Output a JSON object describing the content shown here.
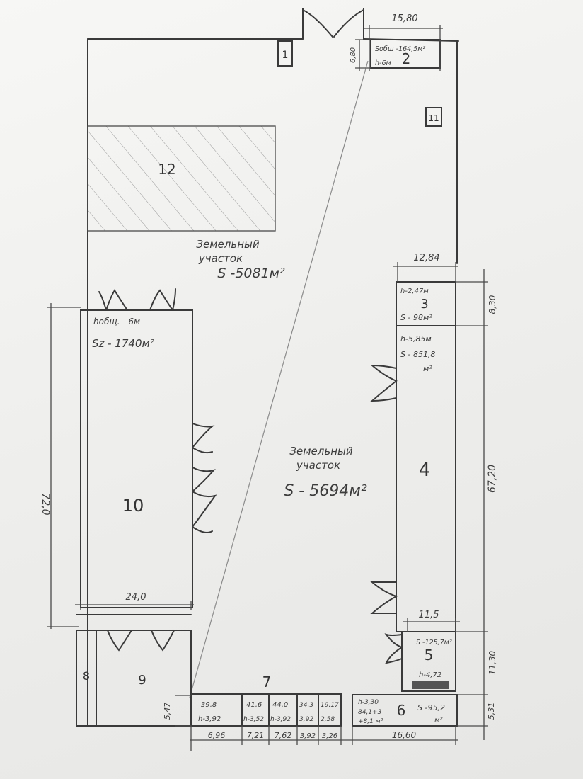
{
  "colors": {
    "ink": "#3a3a3a",
    "paper": "#f4f4f2",
    "hatch": "#9a9a9a"
  },
  "building_labels": {
    "b1": "1",
    "b2": "2",
    "b3": "3",
    "b4": "4",
    "b5": "5",
    "b6": "6",
    "b7": "7",
    "b8": "8",
    "b9": "9",
    "b10": "10",
    "b11": "11",
    "b12": "12"
  },
  "land_upper": {
    "line1": "Земельный",
    "line2": "участок",
    "area": "S -5081м²"
  },
  "land_lower": {
    "line1": "Земельный",
    "line2": "участок",
    "area": "S - 5694м²"
  },
  "dimensions": {
    "top_width": "15,80",
    "top_height": "6,80",
    "b3_width": "12,84",
    "b3_height": "8,30",
    "b4_height": "67,20",
    "b5_width": "11,5",
    "b5_height": "11,30",
    "b6_height": "5,31",
    "b10_height": "72,0",
    "b10_width": "24,0",
    "b7_height": "5,47",
    "bottom": [
      "6,96",
      "7,21",
      "7,62",
      "3,92",
      "3,26",
      "16,60"
    ]
  },
  "b2_notes": {
    "area": "Sобщ -164,5м²",
    "height": "h-6м"
  },
  "b3_notes": {
    "height": "h-2,47м",
    "area": "S - 98м²"
  },
  "b4_notes": {
    "height": "h-5,85м",
    "area": "S - 851,8",
    "unit": "м²"
  },
  "b5_notes": {
    "area": "S -125,7м²",
    "height": "h-4,72"
  },
  "b6_notes": {
    "height": "h-3,30",
    "line2": "84,1+3",
    "line3": "+8,1 м²",
    "area": "S -95,2",
    "unit": "м²"
  },
  "b10_notes": {
    "height": "hобщ. - 6м",
    "area": "Sz - 1740м²"
  },
  "b7_cells": [
    {
      "area": "39,8",
      "height": "h-3,92"
    },
    {
      "area": "41,6",
      "height": "h-3,52"
    },
    {
      "area": "44,0",
      "height": "h-3,92"
    },
    {
      "area": "34,3",
      "height": "3,92"
    },
    {
      "area": "19,17",
      "height": "2,58"
    }
  ]
}
